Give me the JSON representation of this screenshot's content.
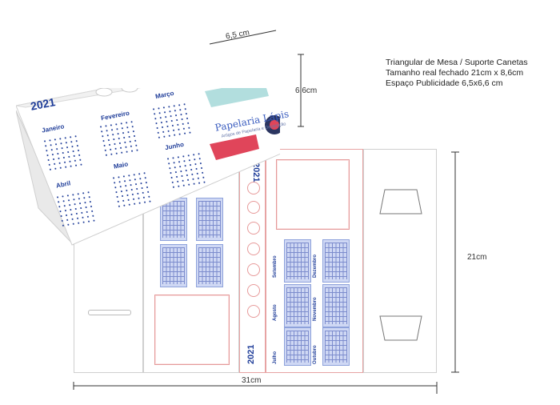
{
  "info": {
    "line1": "Triangular de Mesa / Suporte Canetas",
    "line2": "Tamanho real fechado 21cm x 8,6cm",
    "line3": "Espaço Publicidade 6,5x6,6 cm"
  },
  "dimensions": {
    "top_width": "6,5 cm",
    "top_height": "6,6cm",
    "height": "21cm",
    "width": "31cm"
  },
  "calendar": {
    "year": "2021",
    "months": [
      "Janeiro",
      "Fevereiro",
      "Março",
      "Abril",
      "Maio",
      "Junho"
    ],
    "back_months": [
      "Julho",
      "Agosto",
      "Setembro",
      "Outubro",
      "Novembro",
      "Dezembro"
    ]
  },
  "brand": {
    "name": "Papelaria Lápis",
    "tagline": "Artigos de Papelaria e Decoração",
    "colors": {
      "blue": "#1f3d99",
      "pink": "#e7a3a3",
      "teal": "#9fd6d6",
      "red": "#e0455a"
    }
  },
  "template": {
    "year_vertical": "2021",
    "spine_year": "2021"
  }
}
